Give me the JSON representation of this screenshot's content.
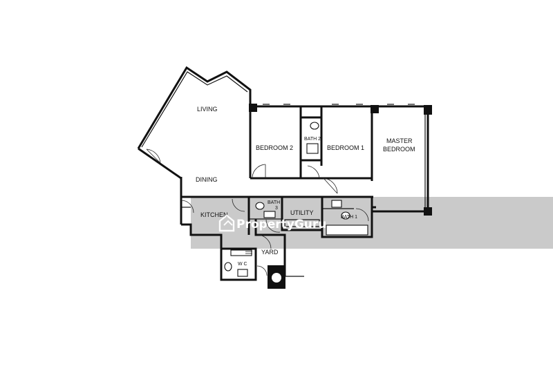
{
  "rooms": {
    "living": "LIVING",
    "dining": "DINING",
    "bedroom2": "BEDROOM 2",
    "bath2": "BATH 2",
    "bedroom1": "BEDROOM 1",
    "master_line1": "MASTER",
    "master_line2": "BEDROOM",
    "kitchen": "KITCHEN",
    "bath3_line1": "BATH",
    "bath3_line2": "3",
    "utility": "UTILITY",
    "bath1": "BATH 1",
    "yard": "YARD",
    "wc": "W C"
  },
  "watermark": {
    "text": "PropertyGuru",
    "color": "#8a8a8a",
    "opacity": 0.45
  }
}
